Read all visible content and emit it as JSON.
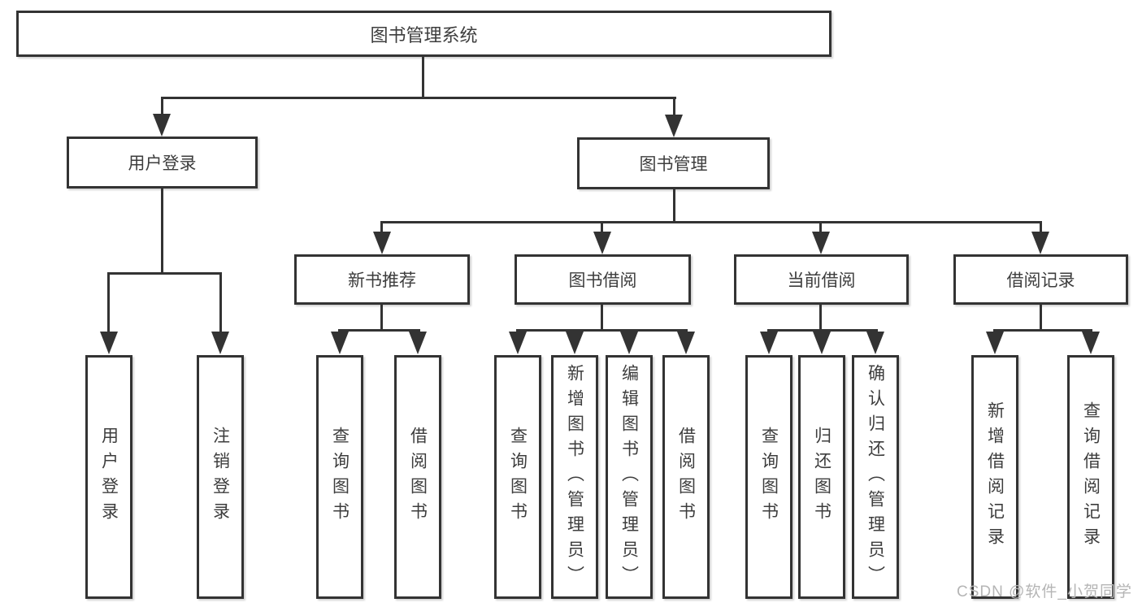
{
  "tree": {
    "root": {
      "label": "图书管理系统"
    },
    "user_login": {
      "label": "用户登录",
      "children": [
        {
          "label": "用户登录"
        },
        {
          "label": "注销登录"
        }
      ]
    },
    "book_management": {
      "label": "图书管理",
      "sections": [
        {
          "label": "新书推荐",
          "children": [
            {
              "label": "查询图书"
            },
            {
              "label": "借阅图书"
            }
          ]
        },
        {
          "label": "图书借阅",
          "children": [
            {
              "label": "查询图书"
            },
            {
              "label": "新增图书（管理员）"
            },
            {
              "label": "编辑图书（管理员）"
            },
            {
              "label": "借阅图书"
            }
          ]
        },
        {
          "label": "当前借阅",
          "children": [
            {
              "label": "查询图书"
            },
            {
              "label": "归还图书"
            },
            {
              "label": "确认归还（管理员）"
            }
          ]
        },
        {
          "label": "借阅记录",
          "children": [
            {
              "label": "新增借阅记录"
            },
            {
              "label": "查询借阅记录"
            }
          ]
        }
      ]
    }
  },
  "watermark": {
    "text": "CSDN @软件_小贺同学"
  },
  "colors": {
    "line": "#333333",
    "box_fill": "#ffffff",
    "text": "#3d3d3d",
    "watermark": "#b5b5b5"
  }
}
